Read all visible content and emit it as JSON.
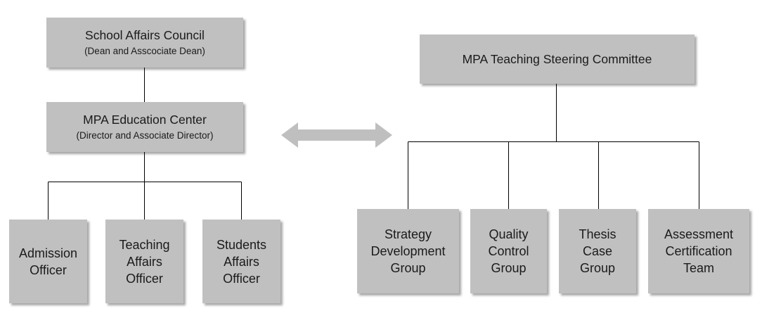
{
  "left_tree": {
    "council": {
      "title": "School Affairs Council",
      "subtitle": "(Dean and Asscociate Dean)"
    },
    "center": {
      "title": "MPA Education Center",
      "subtitle": "(Director and Associate Director)"
    },
    "officers": [
      {
        "line1": "Admission",
        "line2": "Officer"
      },
      {
        "line1": "Teaching",
        "line2": "Affairs",
        "line3": "Officer"
      },
      {
        "line1": "Students",
        "line2": "Affairs",
        "line3": "Officer"
      }
    ]
  },
  "right_tree": {
    "committee": {
      "title": "MPA Teaching Steering Committee"
    },
    "groups": [
      {
        "line1": "Strategy",
        "line2": "Development",
        "line3": "Group"
      },
      {
        "line1": "Quality",
        "line2": "Control",
        "line3": "Group"
      },
      {
        "line1": "Thesis",
        "line2": "Case",
        "line3": "Group"
      },
      {
        "line1": "Assessment",
        "line2": "Certification",
        "line3": "Team"
      }
    ]
  },
  "colors": {
    "box_fill": "#c0c0c0",
    "connector": "#000000",
    "arrow_fill": "#bfbfbf"
  },
  "icons": {
    "double_arrow": "double-arrow-icon"
  }
}
